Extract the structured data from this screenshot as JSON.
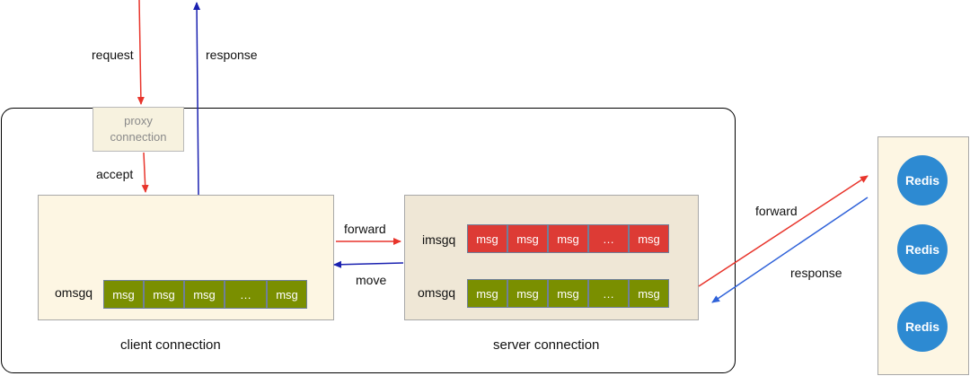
{
  "labels": {
    "request": "request",
    "response_top": "response",
    "accept": "accept",
    "forward_mid": "forward",
    "move": "move",
    "forward_right": "forward",
    "response_right": "response"
  },
  "proxy": {
    "line1": "proxy",
    "line2": "connection"
  },
  "client": {
    "title": "client connection",
    "omsgq_label": "omsgq",
    "omsgq_cells": [
      "msg",
      "msg",
      "msg",
      "…",
      "msg"
    ]
  },
  "server": {
    "title": "server connection",
    "imsgq_label": "imsgq",
    "imsgq_cells": [
      "msg",
      "msg",
      "msg",
      "…",
      "msg"
    ],
    "omsgq_label": "omsgq",
    "omsgq_cells": [
      "msg",
      "msg",
      "msg",
      "…",
      "msg"
    ]
  },
  "redis": {
    "nodes": [
      "Redis",
      "Redis",
      "Redis"
    ]
  },
  "colors": {
    "request_arrow": "#e8342b",
    "response_arrow": "#1a21b0",
    "green_cell": "#7a8f00",
    "red_cell": "#dd3b35",
    "redis_node": "#2d8ad2",
    "right_response_arrow": "#2f62d9"
  }
}
